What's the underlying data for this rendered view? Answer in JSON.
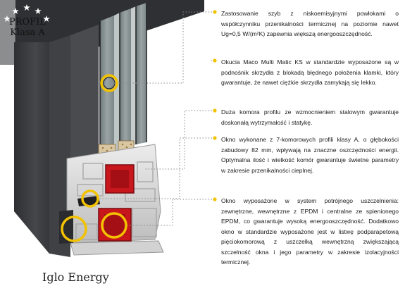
{
  "badge": {
    "line1": "PROFIL",
    "line2": "Klasa A",
    "stars": 5
  },
  "product_name": "Iglo Energy",
  "features": [
    {
      "text": "Zastosowanie szyb z niskoemisyjnymi powłokami o współczynniku przenikalności termicznej na poziomie nawet Ug=0,5 W/(m²K) zapewnia większą energooszczędność."
    },
    {
      "text": "Okucia Maco Multi Matic KS w standardzie wyposażone są w podnośnik skrzydła z blokadą błędnego położenia klamki, który gwarantuje, że nawet ciężkie skrzydła zamykają się lekko."
    },
    {
      "text": "Duża komora profilu ze wzmocnieniem stalowym gwarantuje doskonałą wytrzymałość i statykę."
    },
    {
      "text": "Okno wykonane z 7-komorowych profili klasy A, o głębokości zabudowy 82 mm, wpływają na znaczne oszczędności energii. Optymalna ilość i wielkość komór gwarantuje świetne parametry w zakresie przenikalności cieplnej."
    },
    {
      "text": "Okno wyposażone w system potrójnego uszczelnienia: zewnętrzne, wewnętrzne z EPDM i centralne ze spienionego EPDM, co gwarantuje wysoką energooszczędność. Dodatkowo okno w standardzie wyposażone jest w listwę podparapetową pięciokomorową z uszczelką wewnętrzną zwiększającą szczelność okna i jego parametry w zakresie izolacyjności termicznej."
    }
  ],
  "colors": {
    "callout_yellow": "#f2c200",
    "frame_anthracite": "#3a3b3e",
    "profile_white": "#dcdcdc",
    "reinforcement_red": "#c8161d"
  }
}
